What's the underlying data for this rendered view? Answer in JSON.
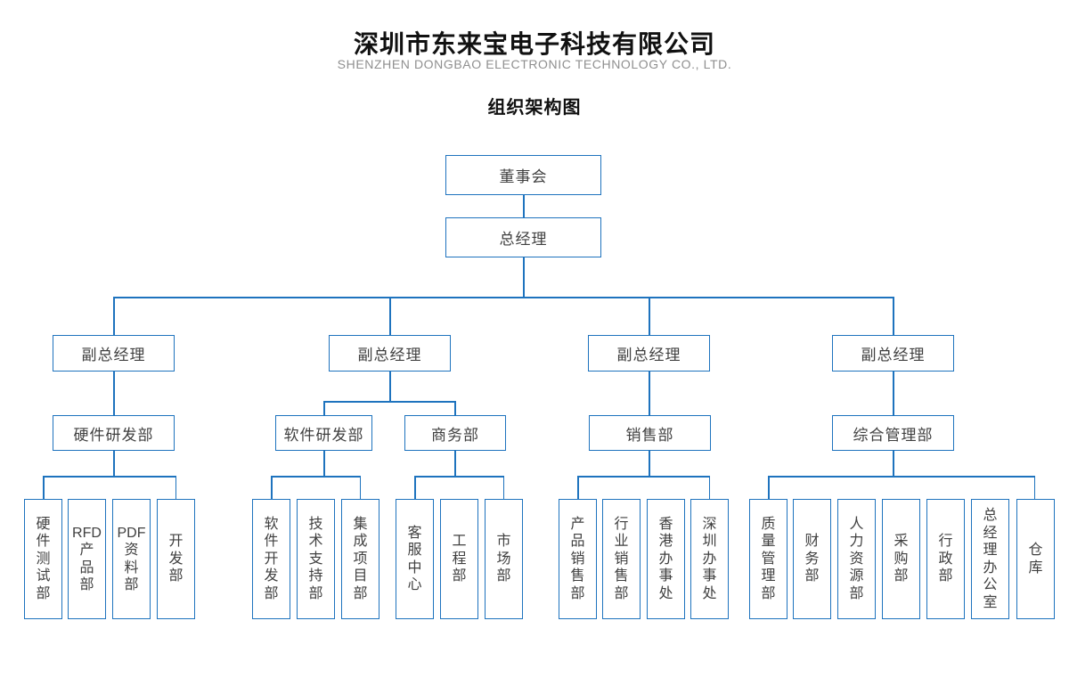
{
  "colors": {
    "line": "#1e73be",
    "box_text": "#404040",
    "title_text": "#111111",
    "subtitle_text": "#8f8f8f"
  },
  "header": {
    "company_name_zh": "深圳市东来宝电子科技有限公司",
    "company_name_en": "SHENZHEN DONGBAO ELECTRONIC TECHNOLOGY CO., LTD.",
    "chart_title": "组织架构图"
  },
  "org": {
    "board": "董事会",
    "general_manager": "总经理",
    "vice_general_managers": [
      "副总经理",
      "副总经理",
      "副总经理",
      "副总经理"
    ],
    "departments": {
      "hardware_rd": "硬件研发部",
      "software_rd": "软件研发部",
      "business": "商务部",
      "sales": "销售部",
      "general_management": "综合管理部"
    },
    "teams": {
      "hardware_rd": [
        "硬件测试部",
        "RFD产品部",
        "PDF资料部",
        "开发部"
      ],
      "software_rd": [
        "软件开发部",
        "技术支持部",
        "集成项目部"
      ],
      "business": [
        "客服中心",
        "工程部",
        "市场部"
      ],
      "sales": [
        "产品销售部",
        "行业销售部",
        "香港办事处",
        "深圳办事处"
      ],
      "general_management": [
        "质量管理部",
        "财务部",
        "人力资源部",
        "采购部",
        "行政部",
        "总经理办公室",
        "仓库"
      ]
    }
  }
}
